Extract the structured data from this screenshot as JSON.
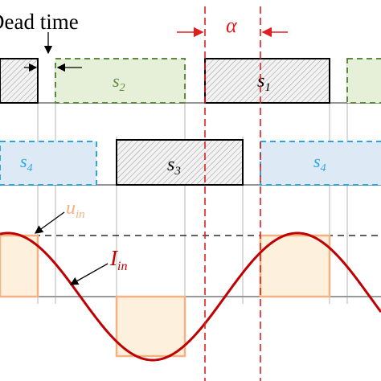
{
  "labels": {
    "dead_time": "Dead time",
    "alpha": "α",
    "s1": "s",
    "s1_sub": "1",
    "s2": "s",
    "s2_sub": "2",
    "s3": "s",
    "s3_sub": "3",
    "s4_left": "s",
    "s4_left_sub": "4",
    "s4_right": "s",
    "s4_right_sub": "4",
    "u_in": "u",
    "u_in_sub": "in",
    "i_in": "I",
    "i_in_sub": "in"
  },
  "colors": {
    "s1_s3_edge": "#000000",
    "s1_s3_fill": "#e8e8e8",
    "s2_edge": "#5b8a3a",
    "s2_fill": "#e6f0d8",
    "s4_edge": "#29a8e0",
    "s4_fill": "#dde9f5",
    "u_in_edge": "#f4b183",
    "u_in_fill": "#fdf1dd",
    "i_in_curve": "#c00000",
    "alpha_marker": "#e02020",
    "guide": "#aaaaaa",
    "baseline": "#999999"
  }
}
